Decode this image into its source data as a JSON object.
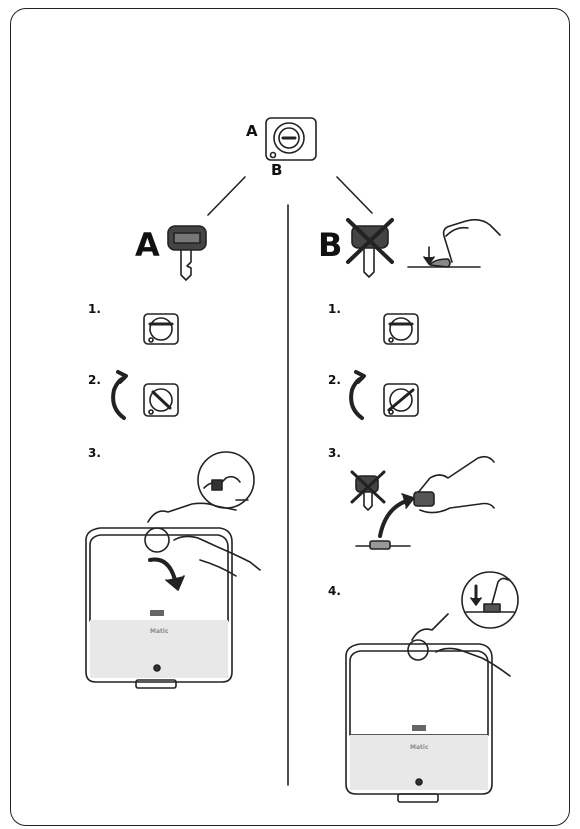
{
  "lock_diagram": {
    "label_a": "A",
    "label_b": "B"
  },
  "left": {
    "heading": "A",
    "steps": [
      "1.",
      "2.",
      "3."
    ]
  },
  "right": {
    "heading": "B",
    "steps": [
      "1.",
      "2.",
      "3.",
      "4."
    ]
  },
  "dispenser": {
    "front_label": "Matic"
  },
  "icons": [
    "key-icon",
    "crossed-key-icon",
    "finger-press-icon",
    "lock-closed-icon",
    "lock-open-icon",
    "rotate-ccw-arrow-icon",
    "curved-arrow-down-icon",
    "down-arrow-icon",
    "dispenser-icon",
    "hand-icon"
  ]
}
